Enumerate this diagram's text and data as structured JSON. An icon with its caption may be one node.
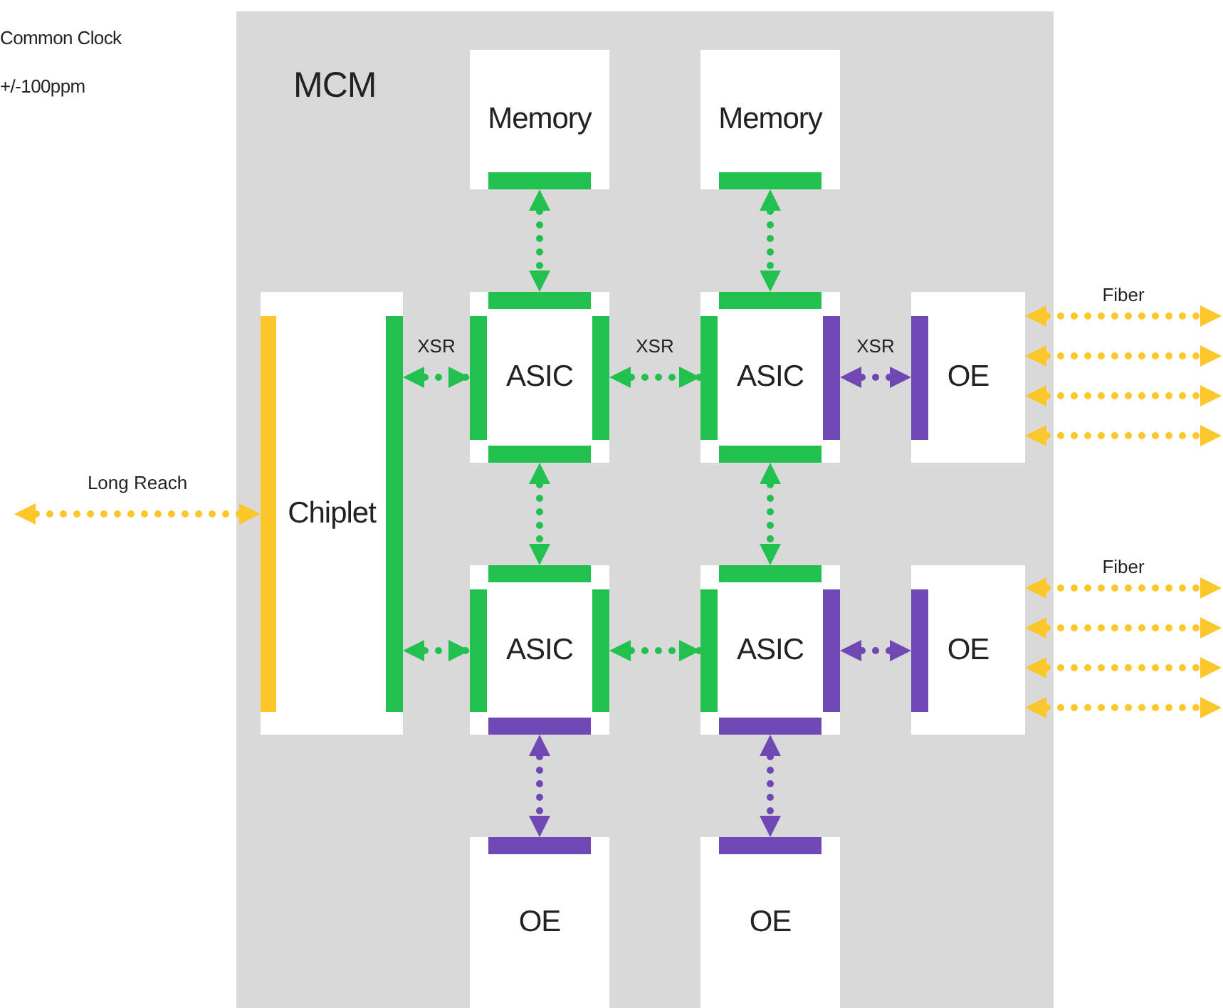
{
  "diagram": {
    "nodes": [
      {
        "text": [
          "MCM"
        ]
      },
      {
        "text": [
          "Memory"
        ],
        "in": 0
      },
      {
        "text": [
          "Memory"
        ],
        "in": 0
      },
      {
        "text": [
          "Chiplet"
        ],
        "in": 0
      },
      {
        "text": [
          "ASIC"
        ],
        "in": 0
      },
      {
        "text": [
          "ASIC"
        ],
        "in": 0
      },
      {
        "text": [
          "OE"
        ],
        "in": 0
      },
      {
        "text": [
          "ASIC"
        ],
        "in": 0
      },
      {
        "text": [
          "ASIC"
        ],
        "in": 0
      },
      {
        "text": [
          "OE"
        ],
        "in": 0
      },
      {
        "text": [
          "OE"
        ],
        "in": 0
      },
      {
        "text": [
          "OE"
        ],
        "in": 0
      }
    ],
    "edges": [
      {
        "from": 1,
        "to": 4,
        "arrow": "both",
        "color": "#22c04e"
      },
      {
        "from": 2,
        "to": 5,
        "arrow": "both",
        "color": "#22c04e"
      },
      {
        "from": 3,
        "to": 4,
        "arrow": "both",
        "label": "XSR",
        "color": "#22c04e"
      },
      {
        "from": 4,
        "to": 5,
        "arrow": "both",
        "label": "XSR",
        "color": "#22c04e"
      },
      {
        "from": 5,
        "to": 6,
        "arrow": "both",
        "label": "XSR",
        "color": "#7048b4"
      },
      {
        "from": 4,
        "to": 7,
        "arrow": "both",
        "color": "#22c04e"
      },
      {
        "from": 5,
        "to": 8,
        "arrow": "both",
        "color": "#22c04e"
      },
      {
        "from": 3,
        "to": 7,
        "arrow": "both",
        "color": "#22c04e"
      },
      {
        "from": 7,
        "to": 8,
        "arrow": "both",
        "color": "#22c04e"
      },
      {
        "from": 8,
        "to": 9,
        "arrow": "both",
        "color": "#7048b4"
      },
      {
        "from": 7,
        "to": 10,
        "arrow": "both",
        "color": "#7048b4"
      },
      {
        "from": 8,
        "to": 11,
        "arrow": "both",
        "color": "#7048b4"
      },
      {
        "from": null,
        "to": 3,
        "arrow": "both",
        "label": "Long Reach",
        "color": "#fcc72a"
      },
      {
        "from": 6,
        "to": null,
        "arrow": "both",
        "label": "Fiber",
        "color": "#fcc72a"
      },
      {
        "from": 6,
        "to": null,
        "arrow": "both",
        "color": "#fcc72a"
      },
      {
        "from": 6,
        "to": null,
        "arrow": "both",
        "color": "#fcc72a"
      },
      {
        "from": 6,
        "to": null,
        "arrow": "both",
        "color": "#fcc72a"
      },
      {
        "from": 9,
        "to": null,
        "arrow": "both",
        "label": "Fiber",
        "color": "#fcc72a"
      },
      {
        "from": 9,
        "to": null,
        "arrow": "both",
        "color": "#fcc72a"
      },
      {
        "from": 9,
        "to": null,
        "arrow": "both",
        "color": "#fcc72a"
      },
      {
        "from": 9,
        "to": null,
        "arrow": "both",
        "color": "#fcc72a"
      }
    ],
    "labels": [
      "Common Clock",
      "+/-100ppm"
    ]
  }
}
